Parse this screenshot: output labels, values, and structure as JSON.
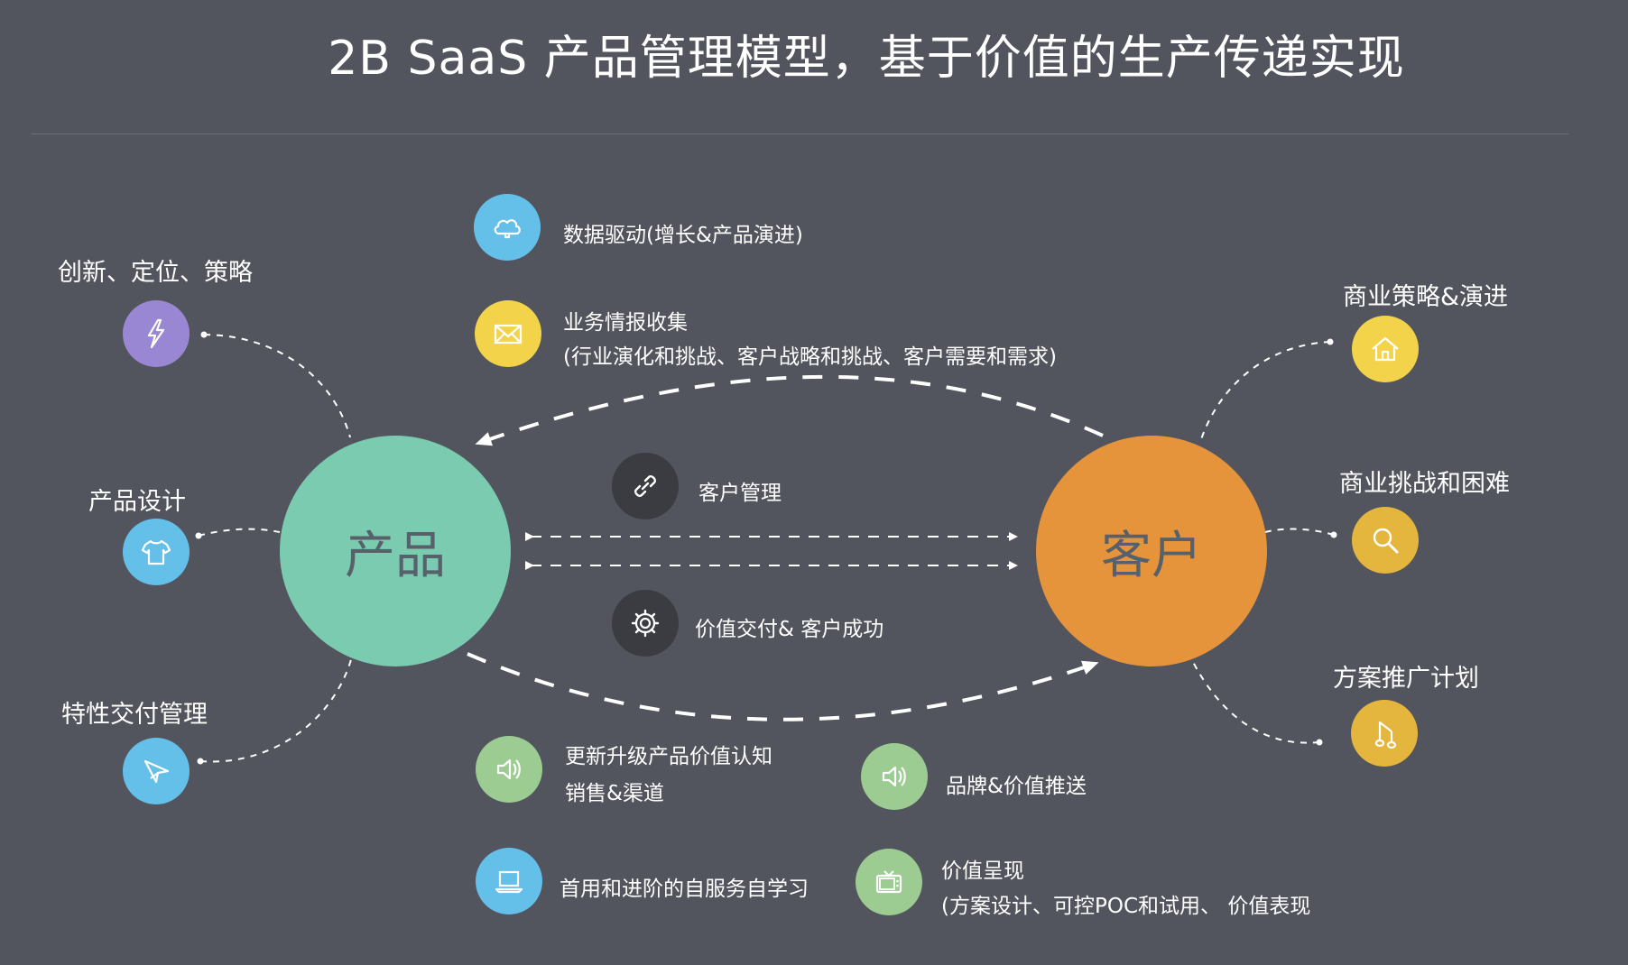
{
  "title": "2B SaaS 产品管理模型，基于价值的生产传递实现",
  "colors": {
    "background": "#52555d",
    "product": "#7acbb0",
    "customer": "#e6943b",
    "blue": "#64bfe9",
    "yellow": "#f3d34a",
    "gold": "#e4b63d",
    "purple": "#9a87d4",
    "green": "#9ccc92",
    "dark": "#3a3c41"
  },
  "product": {
    "label": "产品"
  },
  "customer": {
    "label": "客户"
  },
  "left_items": [
    {
      "label": "创新、定位、策略",
      "icon": "lightning-icon"
    },
    {
      "label": "产品设计",
      "icon": "tshirt-icon"
    },
    {
      "label": "特性交付管理",
      "icon": "paper-plane-icon"
    }
  ],
  "right_items": [
    {
      "label": "商业策略&演进",
      "icon": "house-icon"
    },
    {
      "label": "商业挑战和困难",
      "icon": "magnifier-icon"
    },
    {
      "label": "方案推广计划",
      "icon": "music-note-icon"
    }
  ],
  "top_items": [
    {
      "label": "数据驱动(增长&产品演进)",
      "icon": "cloud-icon"
    },
    {
      "line1": "业务情报收集",
      "line2": "(行业演化和挑战、客户战略和挑战、客户需要和需求)",
      "icon": "envelope-icon"
    }
  ],
  "middle_items": [
    {
      "label": "客户管理",
      "icon": "link-icon"
    },
    {
      "label": "价值交付& 客户成功",
      "icon": "gear-icon"
    }
  ],
  "bottom_items": [
    {
      "line1": "更新升级产品价值认知",
      "line2": "销售&渠道",
      "icon": "speaker-icon"
    },
    {
      "label": "品牌&价值推送",
      "icon": "speaker-icon"
    },
    {
      "label": "首用和进阶的自服务自学习",
      "icon": "laptop-icon"
    },
    {
      "line1": "价值呈现",
      "line2": "(方案设计、可控POC和试用、 价值表现",
      "icon": "tv-icon"
    }
  ]
}
